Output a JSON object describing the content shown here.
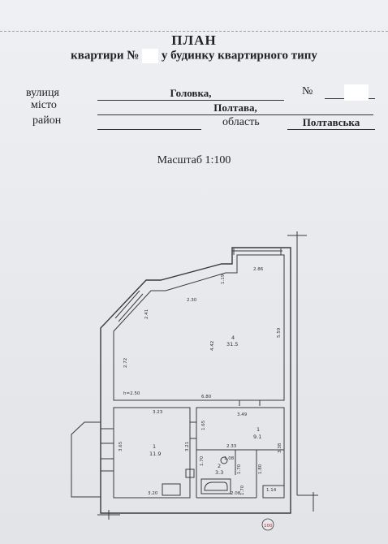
{
  "header": {
    "title": "ПЛАН",
    "subtitle_before": "квартири №",
    "subtitle_after": "у будинку квартирного типу"
  },
  "fields": {
    "street_label": "вулиця",
    "street_value": "Головка,",
    "number_label": "№",
    "city_label": "місто",
    "city_value": "Полтава,",
    "district_label": "район",
    "region_label": "область",
    "region_value": "Полтавська"
  },
  "scale": "Масштаб 1:100",
  "plan": {
    "height_note": "h=2.50",
    "stamp": "100",
    "rooms": [
      {
        "id": "4",
        "area": "31.5"
      },
      {
        "id": "1",
        "area": "11.9"
      },
      {
        "id": "1",
        "area": "9.1"
      },
      {
        "id": "2",
        "area": "3.3"
      }
    ],
    "dimensions": {
      "top_right": "2.86",
      "top_notch": "1.19",
      "bay_top": "2.30",
      "bay_diag": "2.41",
      "main_height": "4.42",
      "right_height": "5.59",
      "left_wall": "2.72",
      "main_bottom": "6.80",
      "bedroom_top": "3.23",
      "bedroom_right": "3.21",
      "bedroom_left": "3.65",
      "bedroom_bottom": "3.20",
      "kitchen_top": "3.49",
      "kitchen_left": "1.65",
      "kitchen_right": "3.38",
      "bath_top": "2.33",
      "bath_width": "2.08",
      "bath_left": "1.70",
      "bath_mid": "1.08",
      "bath_inner": "1.70",
      "closet": "1.80",
      "closet_bottom": "1.14",
      "bath_small": "1.70"
    }
  }
}
